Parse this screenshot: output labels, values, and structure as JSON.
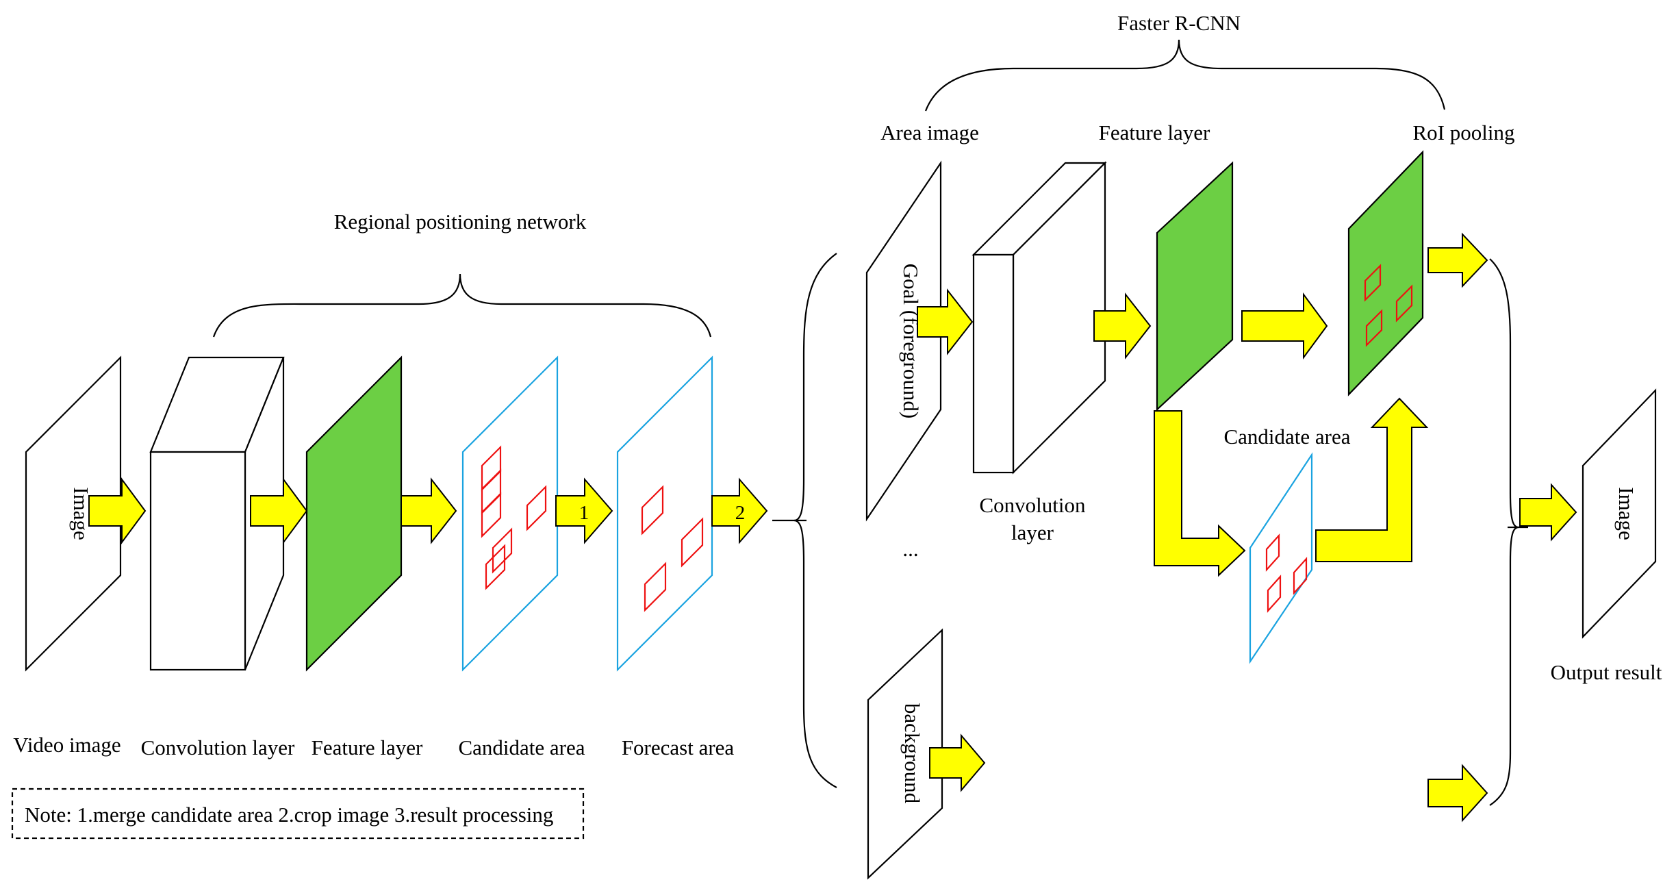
{
  "headers": {
    "rpn": "Regional positioning network",
    "faster_rcnn": "Faster R-CNN"
  },
  "left_labels": {
    "video_image": "Video image",
    "convolution_layer": "Convolution layer",
    "feature_layer": "Feature layer",
    "candidate_area": "Candidate area",
    "forecast_area": "Forecast area"
  },
  "plane_text": {
    "image_left": "Image",
    "goal": "Goal (foreground)",
    "background": "background",
    "image_right": "Image"
  },
  "right_labels": {
    "area_image": "Area image",
    "feature_layer": "Feature layer",
    "roi_pooling": "RoI pooling",
    "candidate_area": "Candidate area",
    "convolution_line1": "Convolution",
    "convolution_line2": "layer",
    "output_result": "Output result",
    "ellipsis": "..."
  },
  "step_numbers": {
    "one": "1",
    "two": "2"
  },
  "note": "Note: 1.merge candidate area 2.crop image 3.result processing",
  "colors": {
    "feature_fill": "#6ccf44",
    "arrow_fill": "#ffff00",
    "candidate_border": "#1aa3e0",
    "box_outline": "#ee1111"
  }
}
